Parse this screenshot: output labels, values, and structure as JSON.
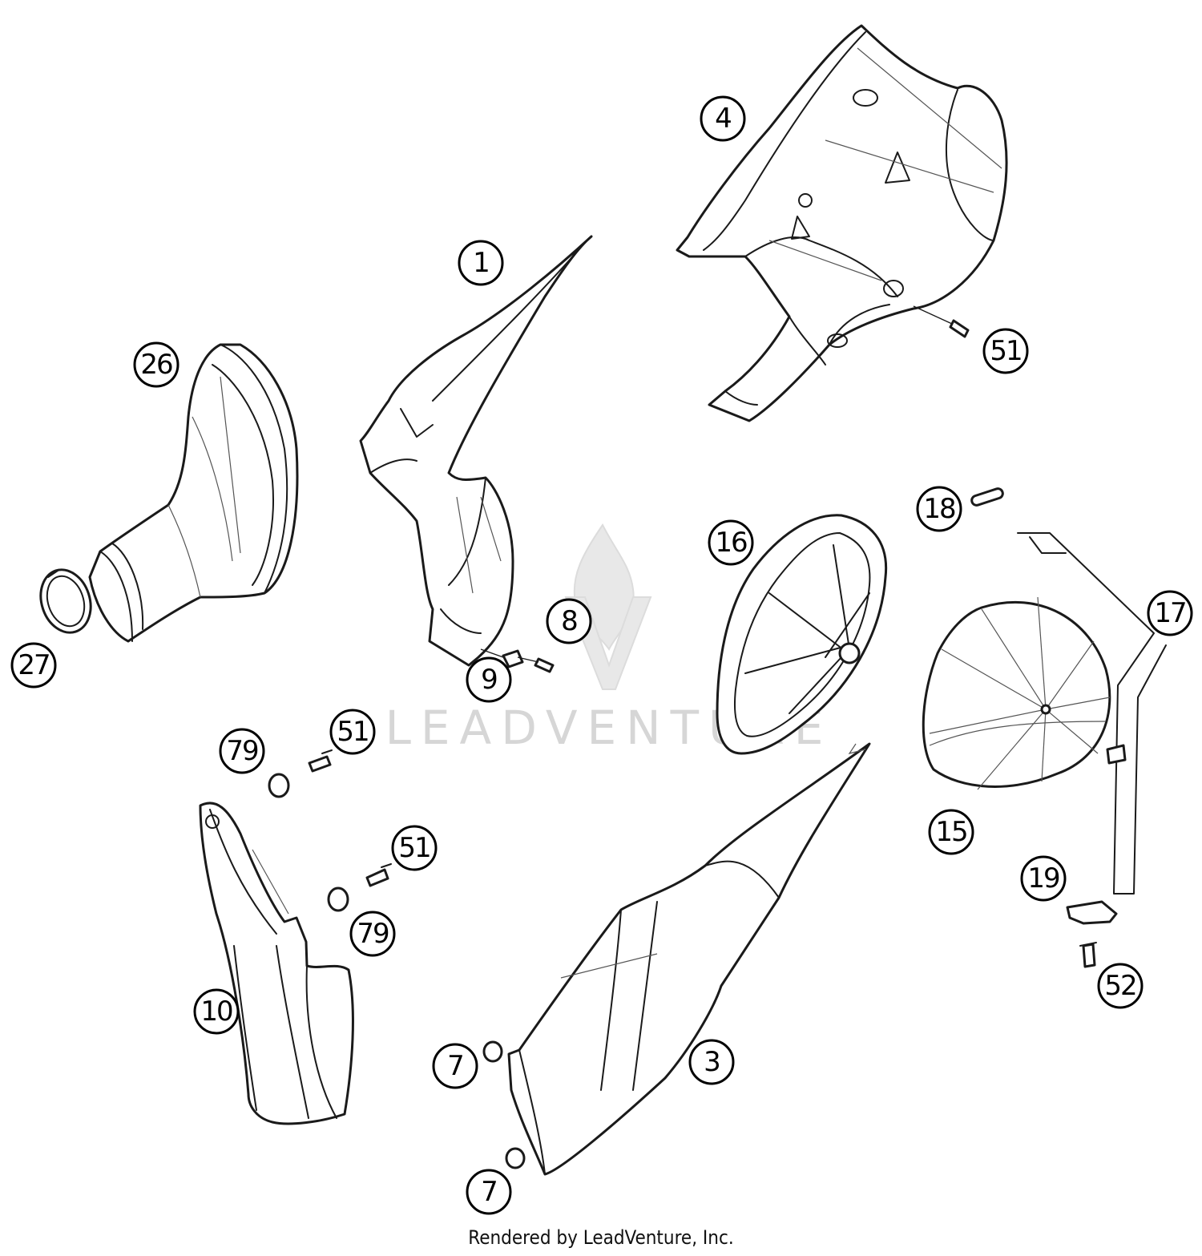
{
  "diagram": {
    "watermark": "LEADVENTURE",
    "footer": "Rendered by LeadVenture, Inc.",
    "callouts": [
      {
        "id": "c1",
        "label": "1"
      },
      {
        "id": "c4",
        "label": "4"
      },
      {
        "id": "c51a",
        "label": "51"
      },
      {
        "id": "c26",
        "label": "26"
      },
      {
        "id": "c27",
        "label": "27"
      },
      {
        "id": "c8",
        "label": "8"
      },
      {
        "id": "c9",
        "label": "9"
      },
      {
        "id": "c16",
        "label": "16"
      },
      {
        "id": "c18",
        "label": "18"
      },
      {
        "id": "c17",
        "label": "17"
      },
      {
        "id": "c15",
        "label": "15"
      },
      {
        "id": "c79a",
        "label": "79"
      },
      {
        "id": "c51b",
        "label": "51"
      },
      {
        "id": "c51c",
        "label": "51"
      },
      {
        "id": "c79b",
        "label": "79"
      },
      {
        "id": "c10",
        "label": "10"
      },
      {
        "id": "c19",
        "label": "19"
      },
      {
        "id": "c52",
        "label": "52"
      },
      {
        "id": "c3",
        "label": "3"
      },
      {
        "id": "c7a",
        "label": "7"
      },
      {
        "id": "c7b",
        "label": "7"
      }
    ]
  }
}
